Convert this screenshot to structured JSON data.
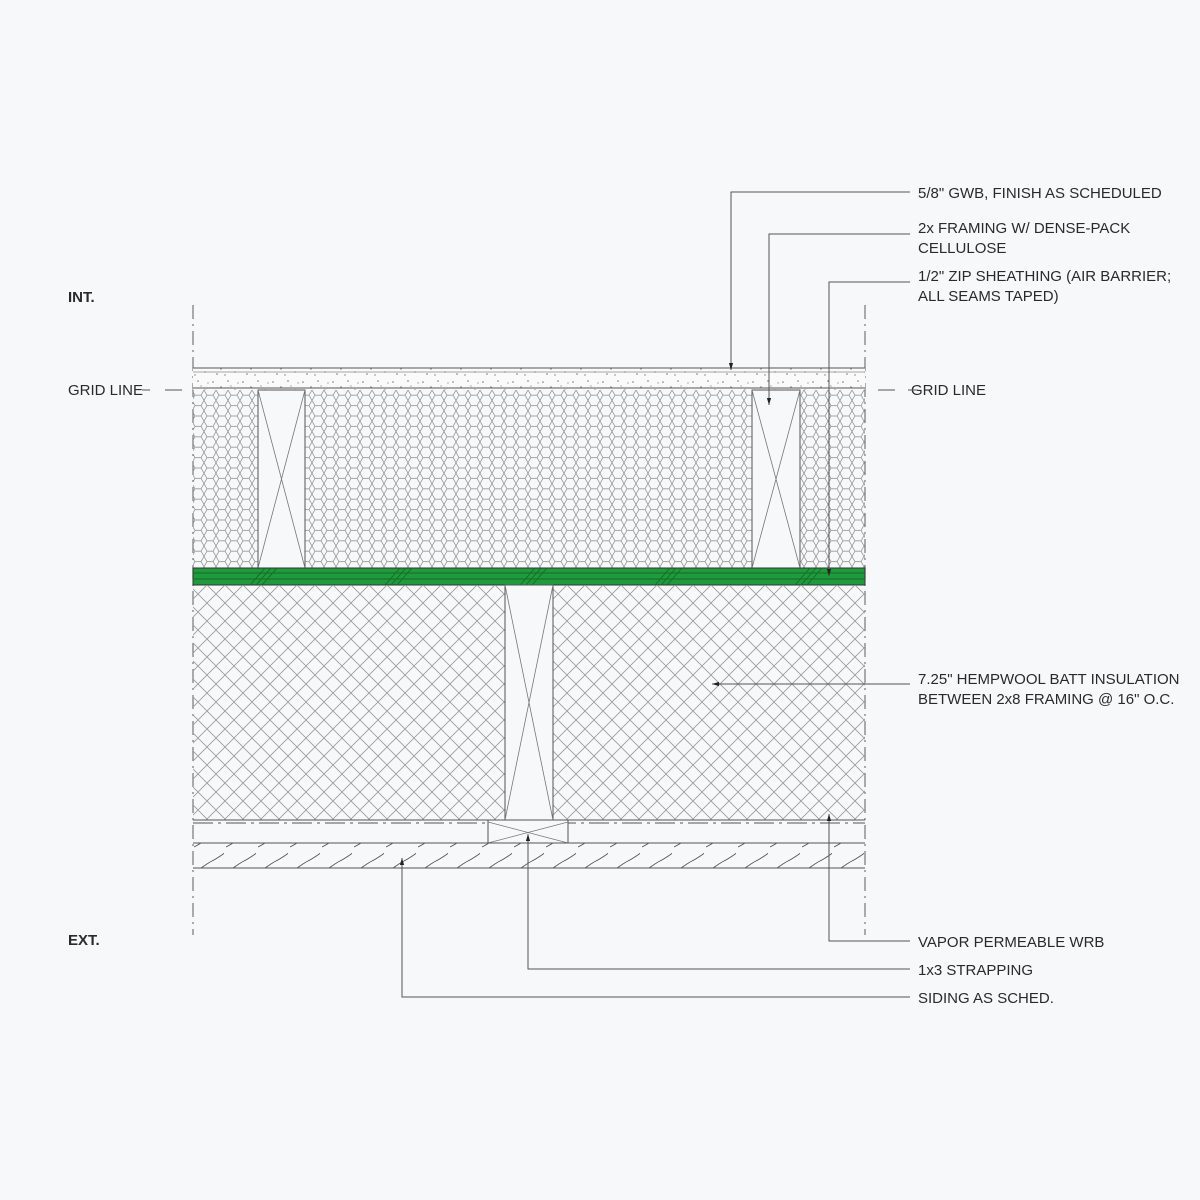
{
  "side_labels": {
    "interior": "INT.",
    "exterior": "EXT."
  },
  "grid_line": {
    "left": "GRID LINE",
    "right": "GRID LINE"
  },
  "callouts": {
    "gwb": [
      "5/8\" GWB, FINISH AS SCHEDULED"
    ],
    "framing": [
      "2x FRAMING W/ DENSE-PACK",
      "CELLULOSE"
    ],
    "zip": [
      "1/2\" ZIP SHEATHING (AIR BARRIER;",
      "ALL SEAMS TAPED)"
    ],
    "hempwool": [
      "7.25\" HEMPWOOL BATT INSULATION",
      "BETWEEN 2x8 FRAMING @ 16\" O.C."
    ],
    "wrb": [
      "VAPOR PERMEABLE WRB"
    ],
    "strapping": [
      "1x3 STRAPPING"
    ],
    "siding": [
      "SIDING AS SCHED."
    ]
  },
  "colors": {
    "sheathing": "#1f9a3c",
    "line": "#555555",
    "background": "#f7f8fa"
  }
}
